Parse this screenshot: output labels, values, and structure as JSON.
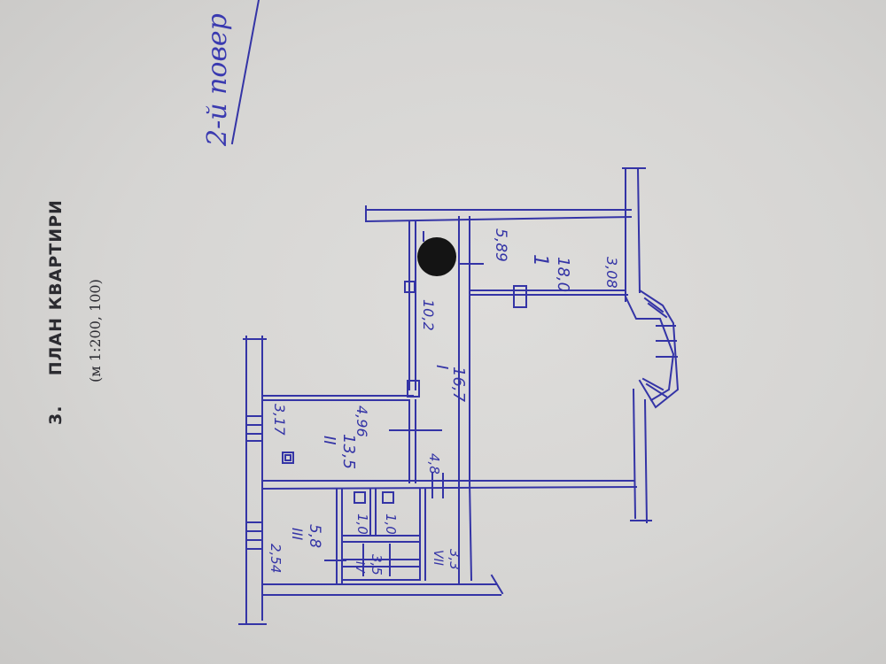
{
  "heading": {
    "number": "3.",
    "title": "ПЛАН КВАРТИРИ",
    "scale": "(м 1:200, 100)"
  },
  "floor_note": "2-й повер",
  "rooms": [
    {
      "id": "I",
      "area": "16,7",
      "dim": "10,2"
    },
    {
      "id": "1",
      "area": "18,0",
      "dim_a": "5,89",
      "dim_b": "3,08"
    },
    {
      "id": "II",
      "area": "13,5",
      "dim_a": "4,96",
      "dim_b": "3,17",
      "dim_c": "4,8"
    },
    {
      "id": "III",
      "area": "5,8",
      "dim": "2,54"
    },
    {
      "id": "IV",
      "area": "3,5"
    },
    {
      "id": "VII",
      "area": "3,3"
    },
    {
      "area_a": "1,0",
      "area_b": "1,0"
    }
  ],
  "colors": {
    "ink": "#3434a6",
    "print": "#2b2b30",
    "paper": "#d7d6d4"
  }
}
